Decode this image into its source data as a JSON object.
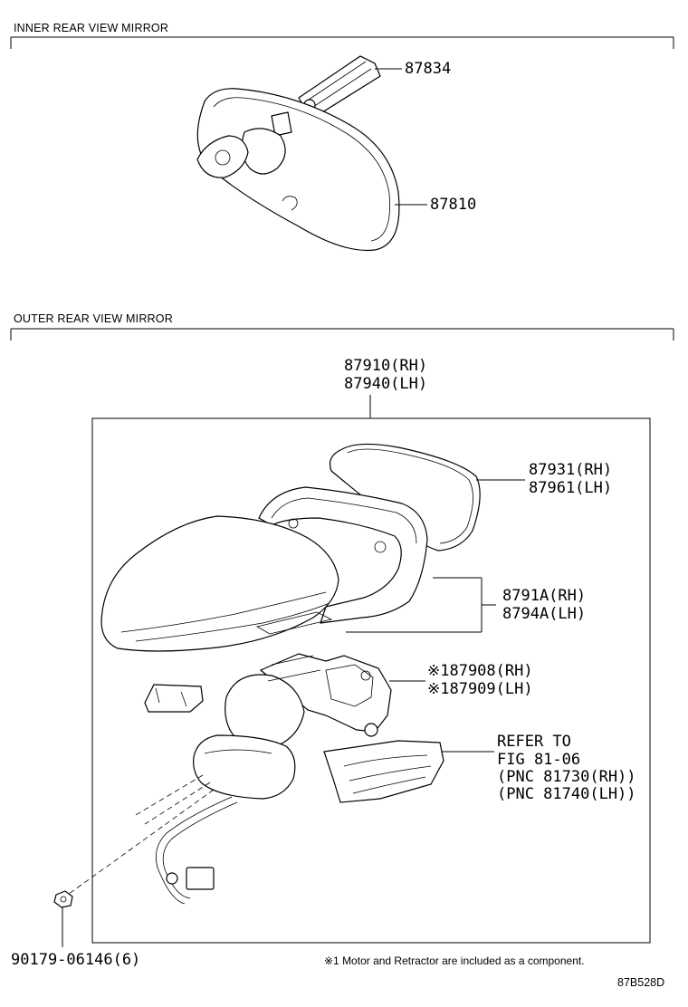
{
  "inner_section": {
    "title": "INNER REAR VIEW MIRROR",
    "parts": {
      "p87834": "87834",
      "p87810": "87810"
    }
  },
  "outer_section": {
    "title": "OUTER REAR VIEW MIRROR",
    "assembly": {
      "rh": "87910(RH)",
      "lh": "87940(LH)"
    },
    "mirror_glass": {
      "rh": "87931(RH)",
      "lh": "87961(LH)"
    },
    "cover": {
      "rh": "8791A(RH)",
      "lh": "8794A(LH)"
    },
    "motor": {
      "rh": "※187908(RH)",
      "lh": "※187909(LH)"
    },
    "refer": {
      "line1": "REFER TO",
      "line2": "FIG 81-06",
      "line3": "(PNC 81730(RH))",
      "line4": "(PNC 81740(LH))"
    },
    "nut": "90179-06146(6)",
    "footnote": "※1 Motor and Retractor are included as a component."
  },
  "figure_code": "87B528D"
}
